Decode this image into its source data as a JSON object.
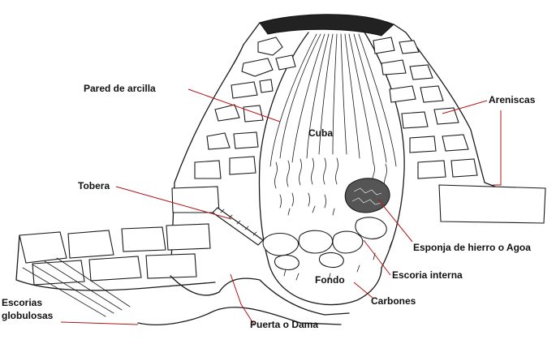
{
  "colors": {
    "ink": "#1a1a1a",
    "leader": "#b01515",
    "background": "#ffffff"
  },
  "labels": {
    "pared": "Pared de arcilla",
    "areniscas": "Areniscas",
    "cuba": "Cuba",
    "tobera": "Tobera",
    "esponja": "Esponja de hierro o Agoa",
    "escoria_interna": "Escoria interna",
    "fondo": "Fondo",
    "carbones": "Carbones",
    "escorias_line1": "Escorias",
    "escorias_line2": "globulosas",
    "puerta": "Puerta o Dama"
  }
}
